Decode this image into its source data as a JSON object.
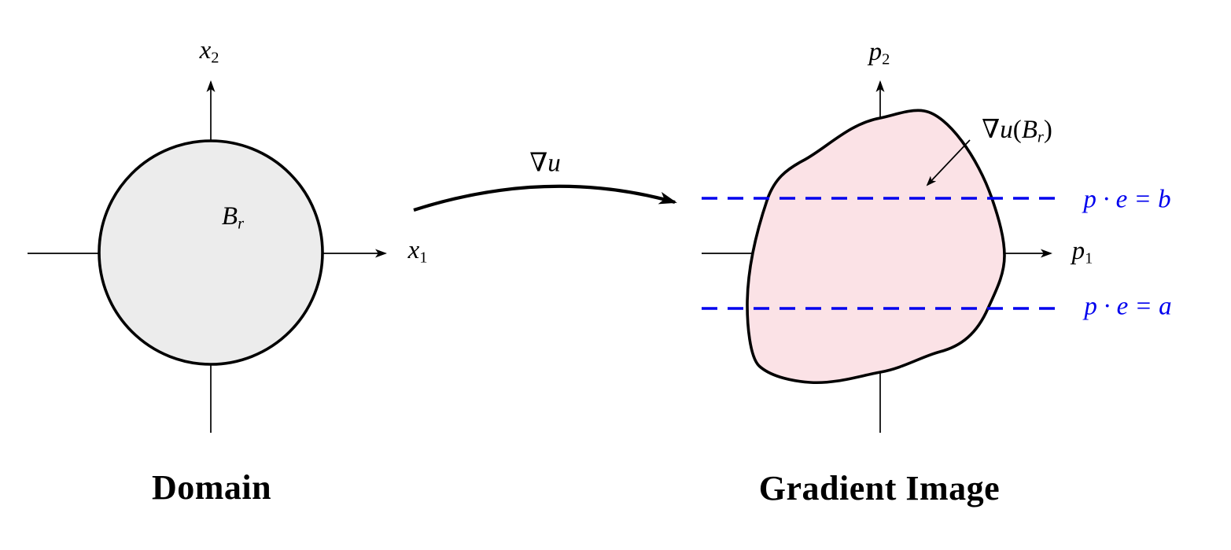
{
  "colors": {
    "accent_blue": "#0000ee",
    "domain_fill": "#ececec",
    "image_fill": "#fbe2e6",
    "ink": "#000000"
  },
  "left_panel": {
    "caption": "Domain",
    "axis_vertical": {
      "base": "x",
      "sub": "2"
    },
    "axis_horizontal": {
      "base": "x",
      "sub": "1"
    },
    "ball_label": {
      "base": "B",
      "sub": "r"
    }
  },
  "mapping": {
    "nabla": "∇",
    "func": "u"
  },
  "right_panel": {
    "caption": "Gradient Image",
    "axis_vertical": {
      "base": "p",
      "sub": "2"
    },
    "axis_horizontal": {
      "base": "p",
      "sub": "1"
    },
    "image_label": {
      "nabla": "∇",
      "func": "u",
      "open": "(",
      "base": "B",
      "sub": "r",
      "close": ")"
    },
    "hyperplane_upper": {
      "text": "p · e = b"
    },
    "hyperplane_lower": {
      "text": "p · e = a"
    }
  }
}
